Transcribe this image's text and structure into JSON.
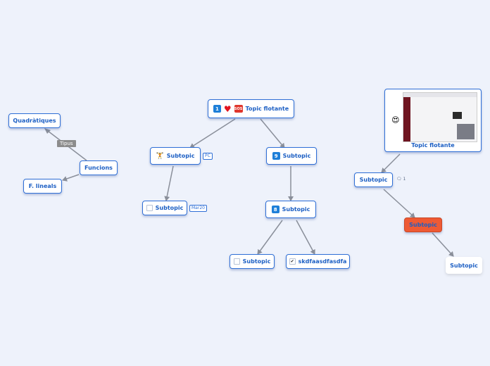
{
  "nodes": {
    "central": {
      "label": "Topic flotante",
      "icons": {
        "badge": "1",
        "heart": "heart-icon",
        "sos": "SOS"
      }
    },
    "sub_left": {
      "label": "Subtopic",
      "tag": "PC",
      "icon": "weightlifter-icon"
    },
    "sub_left_child": {
      "label": "Subtopic",
      "tag": "Mar20"
    },
    "sub_right": {
      "label": "Subtopic",
      "badge": "9"
    },
    "sub_right_child": {
      "label": "Subtopic",
      "badge": "8"
    },
    "leaf_a": {
      "label": "Subtopic"
    },
    "leaf_b": {
      "label": "skdfaasdfasdfa"
    },
    "funcions": {
      "label": "Funcions"
    },
    "quadratiques": {
      "label": "Quadràtiques"
    },
    "lineals": {
      "label": "F. lineals"
    },
    "relation_label": "Tipus",
    "floating_right": {
      "label": "Topic flotante",
      "emoji": "heart-eyes-emoji-icon"
    },
    "right_sub": {
      "label": "Subtopic",
      "comment_count": "1"
    },
    "right_sub_orange": {
      "label": "Subtopic",
      "color": "#ee5a34"
    },
    "right_sub_plain": {
      "label": "Subtopic"
    }
  },
  "colors": {
    "background": "#eef2fb",
    "node_border": "#2f6fd6",
    "text": "#1c5fc4",
    "connector": "#8a8f9a"
  }
}
